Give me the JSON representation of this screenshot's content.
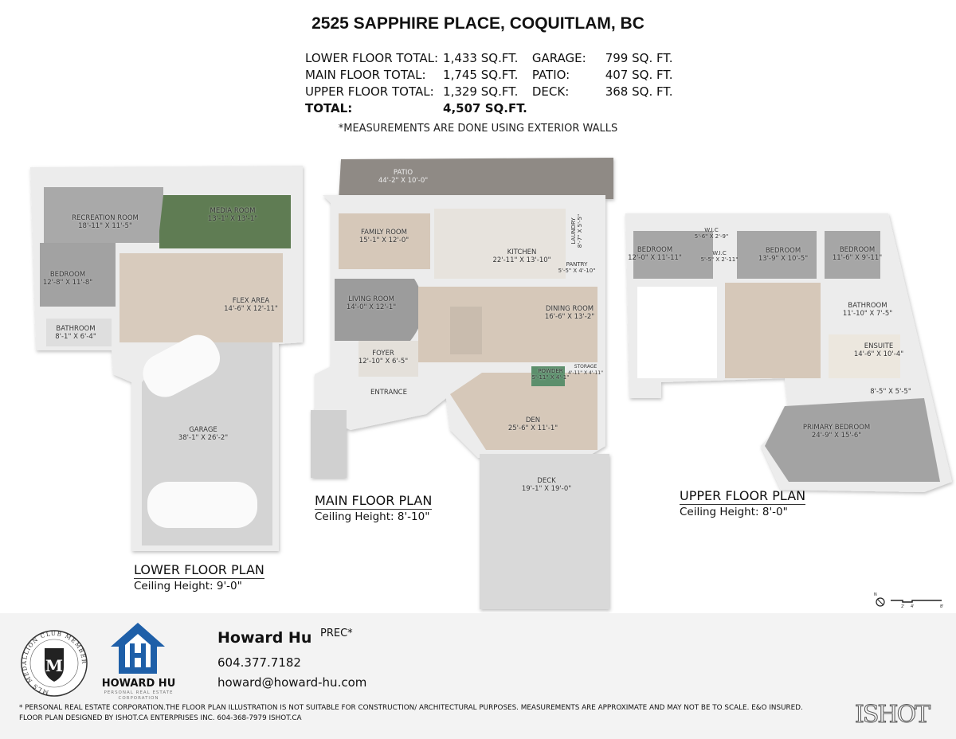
{
  "header": {
    "title": "2525 SAPPHIRE PLACE, COQUITLAM, BC",
    "totals": [
      {
        "label": "LOWER FLOOR TOTAL:",
        "value": "1,433 SQ.FT.",
        "extra_label": "GARAGE:",
        "extra_value": "799 SQ. FT."
      },
      {
        "label": "MAIN FLOOR TOTAL:",
        "value": "1,745 SQ.FT.",
        "extra_label": "PATIO:",
        "extra_value": "407 SQ. FT."
      },
      {
        "label": "UPPER FLOOR TOTAL:",
        "value": "1,329 SQ.FT.",
        "extra_label": "DECK:",
        "extra_value": "368 SQ. FT."
      }
    ],
    "grand_total_label": "TOTAL:",
    "grand_total_value": "4,507 SQ.FT.",
    "note": "*MEASUREMENTS ARE DONE USING EXTERIOR WALLS"
  },
  "lower": {
    "title": "LOWER FLOOR PLAN",
    "ceiling": "Ceiling Height: 9'-0\"",
    "rooms": [
      {
        "name": "RECREATION ROOM",
        "dims": "18'-11\" X 11'-5\""
      },
      {
        "name": "MEDIA ROOM",
        "dims": "13'-1\" X 13'-1\""
      },
      {
        "name": "BEDROOM",
        "dims": "12'-8\" X 11'-8\""
      },
      {
        "name": "FLEX AREA",
        "dims": "14'-6\" X 12'-11\""
      },
      {
        "name": "BATHROOM",
        "dims": "8'-1\" X 6'-4\""
      },
      {
        "name": "GARAGE",
        "dims": "38'-1\" X 26'-2\""
      }
    ]
  },
  "main": {
    "title": "MAIN FLOOR PLAN",
    "ceiling": "Ceiling Height: 8'-10\"",
    "rooms": [
      {
        "name": "PATIO",
        "dims": "44'-2\" X 10'-0\""
      },
      {
        "name": "FAMILY ROOM",
        "dims": "15'-1\" X 12'-0\""
      },
      {
        "name": "KITCHEN",
        "dims": "22'-11\" X 13'-10\""
      },
      {
        "name": "LAUNDRY",
        "dims": "8'-7\" X 5'-5\""
      },
      {
        "name": "PANTRY",
        "dims": "5'-5\" X 4'-10\""
      },
      {
        "name": "LIVING ROOM",
        "dims": "14'-0\" X 12'-1\""
      },
      {
        "name": "DINING ROOM",
        "dims": "16'-6\" X 13'-2\""
      },
      {
        "name": "FOYER",
        "dims": "12'-10\" X 6'-5\""
      },
      {
        "name": "ENTRANCE",
        "dims": ""
      },
      {
        "name": "POWDER",
        "dims": "5'-11\" X 4'-1\""
      },
      {
        "name": "STORAGE",
        "dims": "4'-11\" X 4'-11\""
      },
      {
        "name": "DEN",
        "dims": "25'-6\" X 11'-1\""
      },
      {
        "name": "DECK",
        "dims": "19'-1\" X 19'-0\""
      }
    ]
  },
  "upper": {
    "title": "UPPER FLOOR PLAN",
    "ceiling": "Ceiling Height: 8'-0\"",
    "rooms": [
      {
        "name": "BEDROOM",
        "dims": "12'-0\" X 11'-11\""
      },
      {
        "name": "W.I.C",
        "dims": "5'-6\" X 2'-9\""
      },
      {
        "name": "W.I.C",
        "dims": "5'-5\" X 2'-11\""
      },
      {
        "name": "BEDROOM",
        "dims": "13'-9\" X 10'-5\""
      },
      {
        "name": "BEDROOM",
        "dims": "11'-6\" X 9'-11\""
      },
      {
        "name": "BATHROOM",
        "dims": "11'-10\" X 7'-5\""
      },
      {
        "name": "ENSUITE",
        "dims": "14'-6\" X 10'-4\""
      },
      {
        "name": "",
        "dims": "8'-5\" X 5'-5\""
      },
      {
        "name": "PRIMARY BEDROOM",
        "dims": "24'-9\" X 15'-6\""
      }
    ]
  },
  "scale": {
    "north": "N",
    "ticks": [
      "2'",
      "4'",
      "8'"
    ]
  },
  "agent": {
    "name": "Howard Hu",
    "designation": "PREC*",
    "phone": "604.377.7182",
    "email": "howard@howard-hu.com",
    "brand": "HOWARD HU",
    "brand_sub": "PERSONAL REAL ESTATE CORPORATION",
    "medallion": "MLS MEDALLION CLUB MEMBER",
    "brand_color": "#1e5fa8"
  },
  "footer": {
    "disclaimer": "* PERSONAL REAL ESTATE CORPORATION.THE FLOOR PLAN ILLUSTRATION IS NOT SUITABLE FOR CONSTRUCTION/ ARCHITECTURAL PURPOSES. MEASUREMENTS ARE APPROXIMATE AND MAY NOT BE TO SCALE. E&O INSURED.",
    "designer": "FLOOR PLAN DESIGNED BY ISHOT.CA ENTERPRISES INC. 604-368-7979  ISHOT.CA",
    "logo": "ISHOT"
  }
}
